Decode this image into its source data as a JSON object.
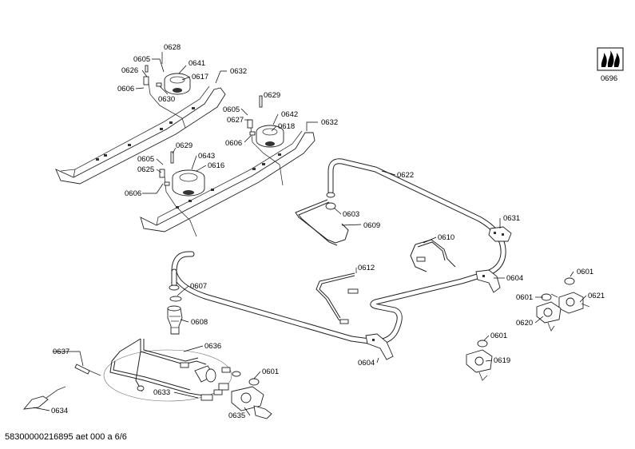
{
  "labels": {
    "p0628": "0628",
    "p0605a": "0605",
    "p0641": "0641",
    "p0626": "0626",
    "p0617": "0617",
    "p0632a": "0632",
    "p0606a": "0606",
    "p0630": "0630",
    "p0629a": "0629",
    "p0605b": "0605",
    "p0642": "0642",
    "p0627": "0627",
    "p0618": "0618",
    "p0632b": "0632",
    "p0606b": "0606",
    "p0629b": "0629",
    "p0605c": "0605",
    "p0643": "0643",
    "p0625": "0625",
    "p0616": "0616",
    "p0606c": "0606",
    "p0622": "0622",
    "p0603": "0603",
    "p0609": "0609",
    "p0631": "0631",
    "p0610": "0610",
    "p0612": "0612",
    "p0604a": "0604",
    "p0601a": "0601",
    "p0607": "0607",
    "p0621": "0621",
    "p0601b": "0601",
    "p0620": "0620",
    "p0608": "0608",
    "p0601c": "0601",
    "p0636": "0636",
    "p0637": "0637",
    "p0604b": "0604",
    "p0619": "0619",
    "p0601d": "0601",
    "p0633": "0633",
    "p0634": "0634",
    "p0635": "0635",
    "p0696": "0696"
  },
  "footer": "58300000216895 aet 000 a 6/6",
  "icons": {
    "gas": "gas-flame-icon"
  }
}
